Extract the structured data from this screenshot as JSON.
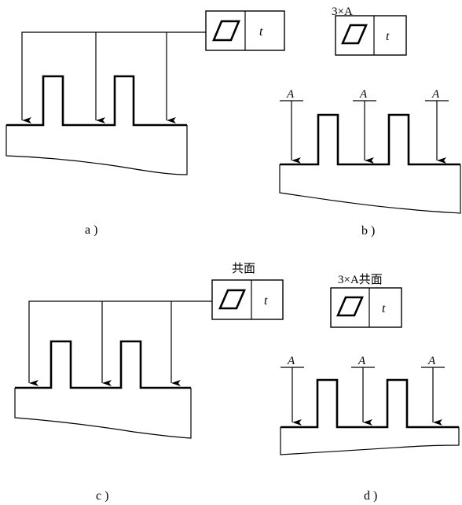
{
  "figures": {
    "a": {
      "caption": "a )",
      "frame_symbol": "flatness-icon",
      "tolerance_value": "t"
    },
    "b": {
      "caption": "b )",
      "header_note": "3×A",
      "frame_symbol": "flatness-icon",
      "tolerance_value": "t",
      "datum_labels": [
        "A",
        "A",
        "A"
      ]
    },
    "c": {
      "caption": "c )",
      "header_note": "共面",
      "frame_symbol": "flatness-icon",
      "tolerance_value": "t"
    },
    "d": {
      "caption": "d )",
      "header_note": "3×A共面",
      "frame_symbol": "flatness-icon",
      "tolerance_value": "t",
      "datum_labels": [
        "A",
        "A",
        "A"
      ]
    }
  }
}
